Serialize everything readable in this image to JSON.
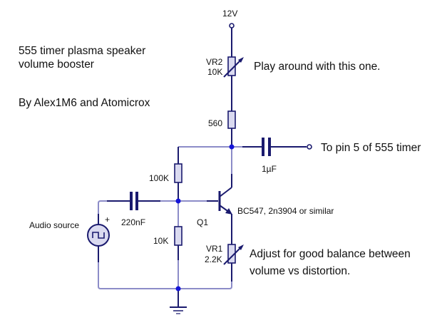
{
  "title": {
    "line1": "555 timer plasma speaker",
    "line2": "volume booster",
    "credit": "By Alex1M6 and Atomicrox"
  },
  "labels": {
    "supply": "12V",
    "vr2_name": "VR2",
    "vr2_value": "10K",
    "vr2_note": "Play around with this one.",
    "r_collector": "560",
    "cap_output": "1µF",
    "output_note": "To pin 5 of 555 timer",
    "r_bias_top": "100K",
    "r_bias_bottom": "10K",
    "cap_input": "220nF",
    "source_name": "Audio source",
    "source_polarity": "+",
    "transistor_name": "Q1",
    "transistor_part": "BC547, 2n3904 or similar",
    "vr1_name": "VR1",
    "vr1_value": "2.2K",
    "vr1_note_line1": "Adjust for good balance between",
    "vr1_note_line2": "volume vs distortion."
  },
  "colors": {
    "wire_dark": "#1a1a6e",
    "wire_light": "#8c8cc8",
    "junction": "#1515d8",
    "component_fill": "#dadaf0"
  }
}
